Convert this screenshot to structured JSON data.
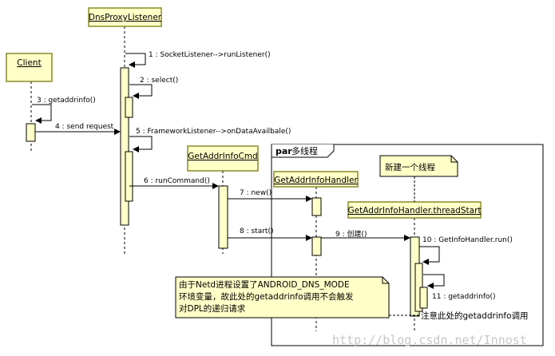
{
  "lifelines": {
    "client": "Client",
    "dns_proxy_listener": "DnsProxyListener",
    "get_addr_info_cmd": "GetAddrInfoCmd",
    "get_addr_info_handler": "GetAddrInfoHandler",
    "thread_start": "GetAddrInfoHandler.threadStart"
  },
  "messages": {
    "m1": "1 : SocketListener-->runListener()",
    "m2": "2 : select()",
    "m3": "3 : getaddrinfo()",
    "m4": "4 : send request",
    "m5": "5 : FrameworkListener-->onDataAvailbale()",
    "m6": "6 : runCommand()",
    "m7": "7 : new()",
    "m8": "8 : start()",
    "m9": "9 : 创建()",
    "m10": "10 : GetInfoHandler.run()",
    "m11": "11 : getaddrinfo()"
  },
  "fragment": {
    "keyword": "par",
    "label": "多线程"
  },
  "notes": {
    "new_thread": "新建一个线程",
    "netd_line1": "由于Netd进程设置了ANDROID_DNS_MODE",
    "netd_line2": "环境变量，故此处的getaddrinfo调用不会触发",
    "netd_line3": "对DPL的递归请求",
    "attention": "注意此处的getaddrinfo调用"
  },
  "watermark": "http://blog.csdn.net/Innost",
  "colors": {
    "head_fill": "#ffffc8",
    "head_border": "#8a8a2a",
    "activation_fill": "#ffffc8",
    "note_fill": "#ffffc8",
    "line": "#000000"
  }
}
